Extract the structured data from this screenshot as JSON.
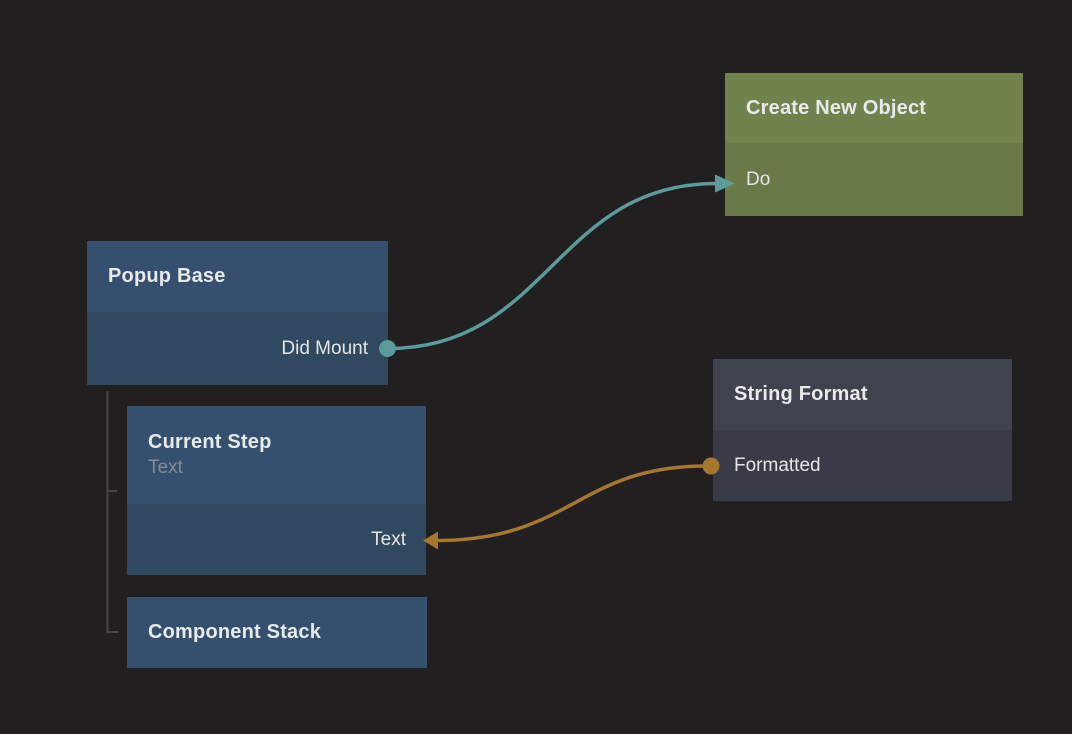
{
  "editor": {
    "background": "#211f20",
    "hierarchy_line_color": "#464646"
  },
  "colors": {
    "exec_wire": "#5b9b9b",
    "data_wire": "#a5782d",
    "component_header": "#35506e",
    "component_body": "#314960",
    "action_header": "#71834d",
    "action_body": "#697a48",
    "function_header": "#3f434e",
    "function_body": "#393c47"
  },
  "nodes": {
    "popup_base": {
      "title": "Popup Base",
      "output_port": "Did Mount"
    },
    "create_new_object": {
      "title": "Create New Object",
      "input_port": "Do"
    },
    "current_step": {
      "title": "Current Step",
      "subtitle": "Text",
      "input_port": "Text"
    },
    "component_stack": {
      "title": "Component Stack"
    },
    "string_format": {
      "title": "String Format",
      "output_port": "Formatted"
    }
  }
}
